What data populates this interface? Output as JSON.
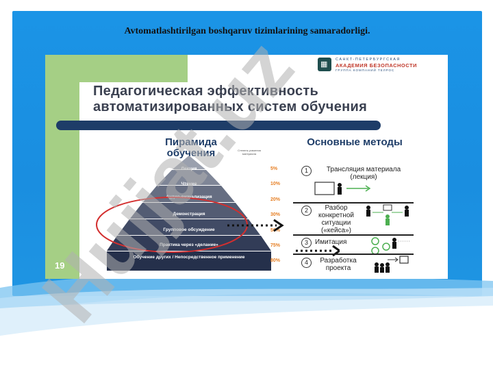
{
  "slide": {
    "title": "Avtomatlashtirilgan boshqaruv tizimlarining samaradorligi."
  },
  "figure": {
    "logo": {
      "line1": "САНКТ-ПЕТЕРБУРГСКАЯ",
      "line2": "АКАДЕМИЯ БЕЗОПАСНОСТИ",
      "line3": "ГРУППА КОМПАНИЙ ТЕЛРОС"
    },
    "heading_line1": "Педагогическая эффективность",
    "heading_line2": "автоматизированных систем обучения",
    "pyramid_title": "Пирамида обучения",
    "pyramid_subnote": "Степень усвоения материала",
    "methods_title": "Основные методы",
    "pyramid_levels": [
      {
        "label": "Лекция",
        "percent": "5%"
      },
      {
        "label": "Чтение",
        "percent": "10%"
      },
      {
        "label": "Аудио-визуализация",
        "percent": "20%"
      },
      {
        "label": "Демонстрация",
        "percent": "30%"
      },
      {
        "label": "Групповое обсуждение",
        "percent": "50%"
      },
      {
        "label": "Практика через «делание»",
        "percent": "75%"
      },
      {
        "label": "Обучение других / Непосредственное применение",
        "percent": "80%"
      }
    ],
    "methods": [
      {
        "num": "1",
        "text": "Трансляция материала (лекция)"
      },
      {
        "num": "2",
        "text": "Разбор конкретной ситуации («кейса»)"
      },
      {
        "num": "3",
        "text": "Имитация"
      },
      {
        "num": "4",
        "text": "Разработка проекта"
      }
    ],
    "page_number": "19"
  },
  "watermark": "Hujjat.uz",
  "colors": {
    "panel_blue": "#1b94e6",
    "heading_navy": "#1e3d68",
    "accent_green": "#a5cf85",
    "percent_orange": "#e67e22",
    "highlight_red": "#d32f2f"
  }
}
